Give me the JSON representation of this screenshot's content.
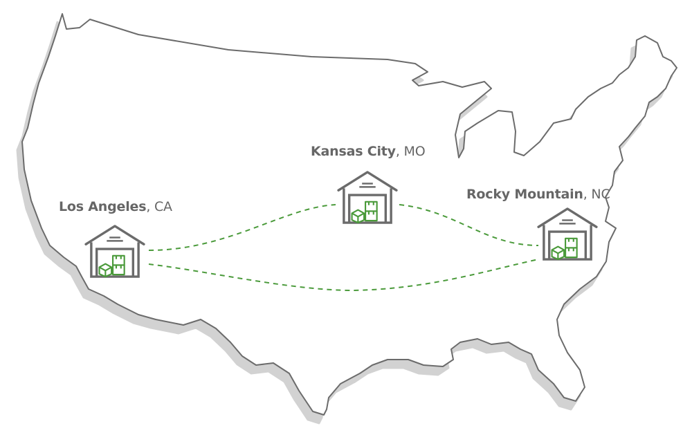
{
  "locations": [
    {
      "city": "Los Angeles",
      "state": ", CA"
    },
    {
      "city": "Kansas City",
      "state": ", MO"
    },
    {
      "city": "Rocky Mountain",
      "state": ", NC"
    }
  ],
  "colors": {
    "outline": "#6b6b6b",
    "shadow": "#d2d2d2",
    "warehouse": "#6b6b6b",
    "boxes": "#4a9a3a",
    "route": "#4a9a3a",
    "label": "#666666"
  },
  "icons": [
    "warehouse-icon",
    "boxes-icon"
  ]
}
